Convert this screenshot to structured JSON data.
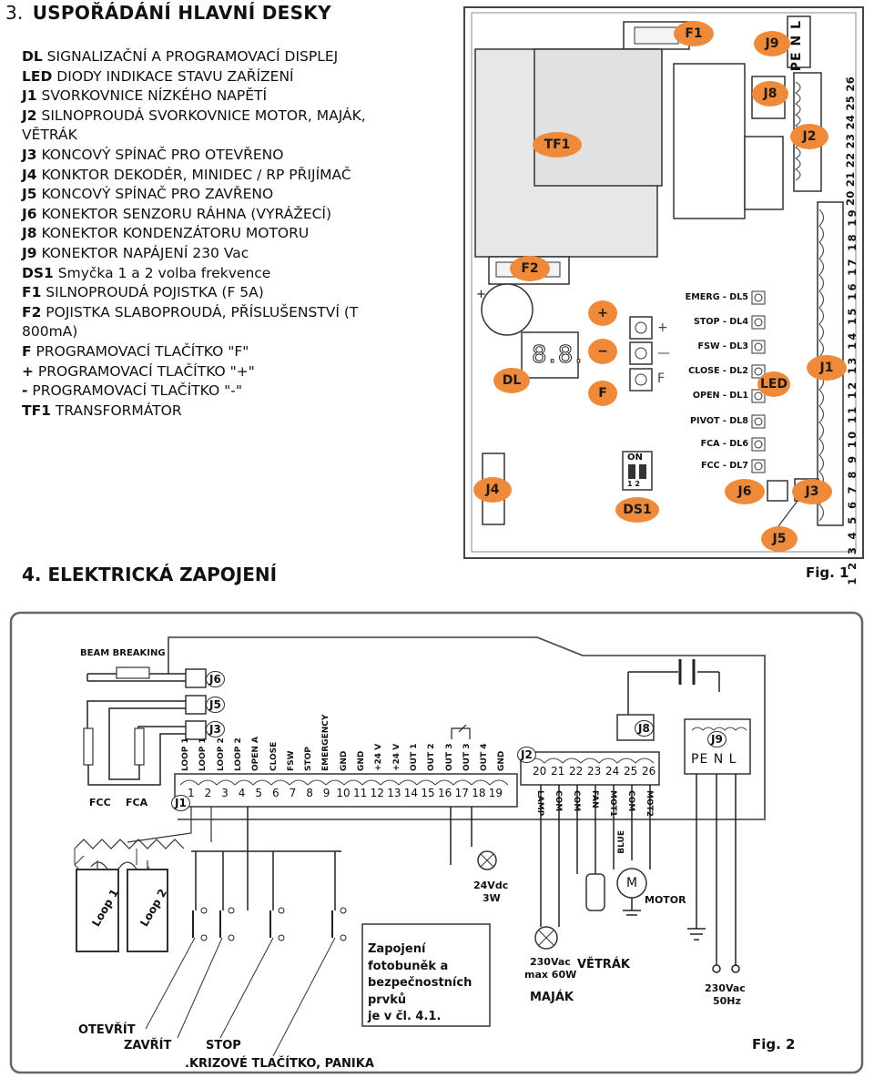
{
  "section3": {
    "number": "3.",
    "title": "USPOŘÁDÁNÍ  HLAVNÍ DESKY"
  },
  "legend": [
    {
      "code": "DL",
      "text": " SIGNALIZAČNÍ A PROGRAMOVACÍ DISPLEJ"
    },
    {
      "code": "LED",
      "text": " DIODY INDIKACE STAVU ZAŘÍZENÍ"
    },
    {
      "code": "J1",
      "text": " SVORKOVNICE NÍZKÉHO NAPĚTÍ"
    },
    {
      "code": "J2",
      "text": " SILNOPROUDÁ SVORKOVNICE  MOTOR, MAJÁK,"
    },
    {
      "code": "",
      "text": "VĚTRÁK"
    },
    {
      "code": "J3",
      "text": " KONCOVÝ SPÍNAČ PRO OTEVŘENO"
    },
    {
      "code": "J4",
      "text": " KONKTOR DEKODÉR, MINIDEC / RP PŘIJÍMAČ"
    },
    {
      "code": "J5",
      "text": " KONCOVÝ SPÍNAČ PRO ZAVŘENO"
    },
    {
      "code": "J6",
      "text": " KONEKTOR SENZORU RÁHNA (VYRÁŽECÍ)"
    },
    {
      "code": "J8",
      "text": " KONEKTOR KONDENZÁTORU MOTORU"
    },
    {
      "code": "J9",
      "text": " KONEKTOR NAPÁJENÍ 230 Vac"
    },
    {
      "code": "DS1",
      "text": " Smyčka 1 a 2 volba frekvence"
    },
    {
      "code": "F1",
      "text": " SILNOPROUDÁ POJISTKA (F 5A)"
    },
    {
      "code": "F2",
      "text": " POJISTKA SLABOPROUDÁ, PŘÍSLUŠENSTVÍ (T"
    },
    {
      "code": "",
      "text": "800mA)"
    },
    {
      "code": "F",
      "text": "   PROGRAMOVACÍ TLAČÍTKO \"F\""
    },
    {
      "code": "+",
      "text": "   PROGRAMOVACÍ TLAČÍTKO \"+\""
    },
    {
      "code": "-",
      "text": "   PROGRAMOVACÍ TLAČÍTKO \"-\""
    },
    {
      "code": "TF1",
      "text": " TRANSFORMÁTOR"
    }
  ],
  "section4": {
    "title": "4. ELEKTRICKÁ ZAPOJENÍ"
  },
  "fig1": {
    "caption": "Fig. 1",
    "badges": {
      "F1": "F1",
      "J9": "J9",
      "J8": "J8",
      "J2": "J2",
      "TF1": "TF1",
      "F2": "F2",
      "DL": "DL",
      "plus": "+",
      "minus": "−",
      "F": "F",
      "LED": "LED",
      "J1": "J1",
      "J4": "J4",
      "DS1": "DS1",
      "J6": "J6",
      "J3": "J3",
      "J5": "J5"
    },
    "j9_terminals": "PE N L",
    "j2_numbers": "20 21 22 23 24 25 26",
    "j1_numbers": "1 2 3 4 5 6 7 8 9 10 11 12 13 14 15 16 17 18 19",
    "led_labels": [
      "EMERG - DL5",
      "STOP - DL4",
      "FSW - DL3",
      "CLOSE - DL2",
      "OPEN - DL1",
      "PIVOT - DL8",
      "FCA - DL6",
      "FCC - DL7"
    ],
    "button_symbols": [
      "+",
      "—",
      "F"
    ],
    "display": "8.8.",
    "ds1_on": "ON",
    "ds1_pins": "1  2",
    "cap_plus": "+"
  },
  "fig2": {
    "caption": "Fig. 2",
    "beam_breaking": "BEAM BREAKING",
    "connectors": {
      "j6": "J6",
      "j5": "J5",
      "j3": "J3",
      "j8": "J8",
      "j9": "J9",
      "j2": "J2",
      "j1": "J1"
    },
    "j1_labels": [
      "LOOP 1",
      "LOOP 1",
      "LOOP 2",
      "LOOP 2",
      "OPEN A",
      "CLOSE",
      "FSW",
      "STOP",
      "EMERGENCY",
      "GND",
      "GND",
      "+24 V",
      "+24 V",
      "OUT 1",
      "OUT 2",
      "OUT 3",
      "OUT 3",
      "OUT 4",
      "GND"
    ],
    "j1_numbers": [
      "1",
      "2",
      "3",
      "4",
      "5",
      "6",
      "7",
      "8",
      "9",
      "10",
      "11",
      "12",
      "13",
      "14",
      "15",
      "16",
      "17",
      "18",
      "19"
    ],
    "j2_numbers": [
      "20",
      "21",
      "22",
      "23",
      "24",
      "25",
      "26"
    ],
    "j2_labels": [
      "LAMP",
      "COM",
      "COM",
      "FAN",
      "MOT1",
      "COM",
      "MOT2"
    ],
    "j9_terminals": "PE N L",
    "fcc": "FCC",
    "fca": "FCA",
    "loop1": "Loop 1",
    "loop2": "Loop 2",
    "lamp24_1": "24Vdc",
    "lamp24_2": "3W",
    "blue": "BLUE",
    "motor_symbol": "M",
    "motor": "MOTOR",
    "note": [
      "Zapojení",
      "fotobuněk a",
      "bezpečnostních",
      "prvků",
      "je v čl. 4.1."
    ],
    "lamp230_1": "230Vac",
    "lamp230_2": "max 60W",
    "majak": "MAJÁK",
    "vetrak": "VĚTRÁK",
    "supply_1": "230Vac",
    "supply_2": "50Hz",
    "otevrit": "OTEVŘÍT",
    "zavrit": "ZAVŘÍT",
    "stop": "STOP",
    "panic": ".KRIZOVÉ TLAČÍTKO, PANIKA"
  },
  "colors": {
    "badge": "#ef8a3a",
    "badge_text": "#1a1a1a",
    "line": "#222222"
  }
}
